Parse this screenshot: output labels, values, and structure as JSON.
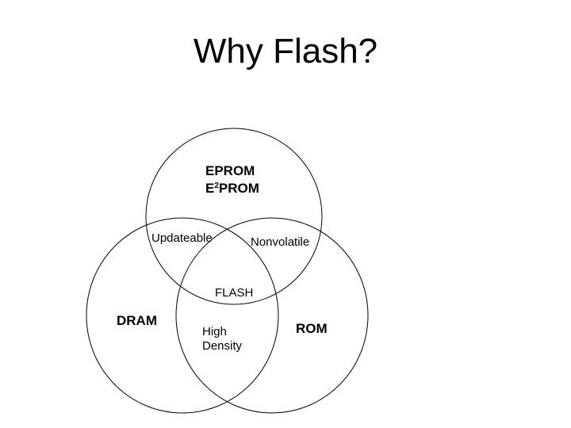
{
  "slide": {
    "title": "Why Flash?"
  },
  "venn": {
    "eprom_line1": "EPROM",
    "e2prom_prefix": "E",
    "e2prom_sup": "2",
    "e2prom_suffix": "PROM",
    "updateable": "Updateable",
    "nonvolatile": "Nonvolatile",
    "flash": "FLASH",
    "dram": "DRAM",
    "high": "High",
    "density": "Density",
    "rom": "ROM"
  }
}
